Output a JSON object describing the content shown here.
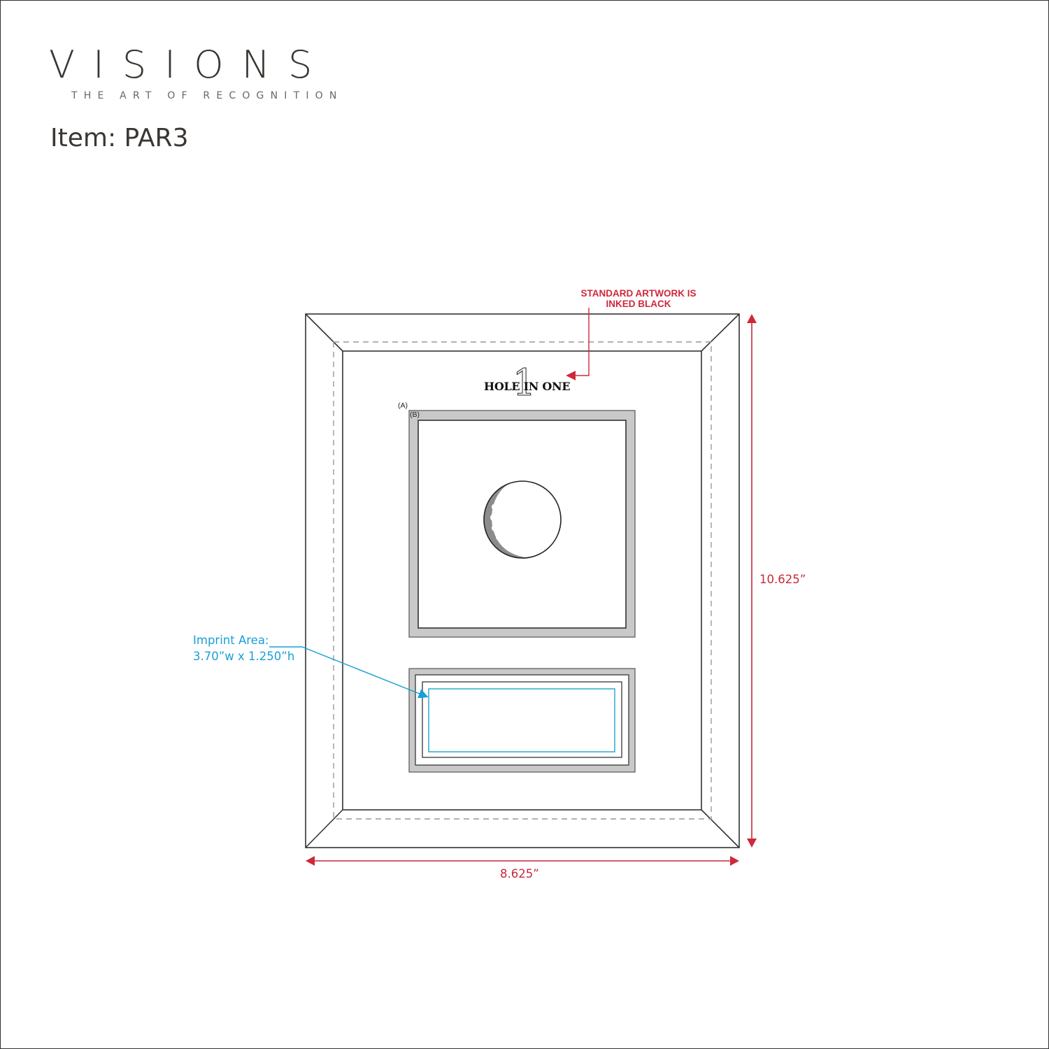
{
  "brand": {
    "name": "VISIONS",
    "tagline": "THE ART OF RECOGNITION"
  },
  "item": {
    "label": "Item: PAR3"
  },
  "annotations": {
    "artwork_note_line1": "STANDARD ARTWORK IS",
    "artwork_note_line2": "INKED BLACK",
    "imprint_line1": "Imprint Area:",
    "imprint_line2": "3.70”w x 1.250”h",
    "label_a": "(A)",
    "label_b": "(B)"
  },
  "artwork": {
    "hole": "HOLE",
    "in": "IN",
    "one": "ONE",
    "numeral": "1"
  },
  "dimensions": {
    "height": "10.625”",
    "width": "8.625”"
  },
  "colors": {
    "dimension_red": "#c8283a",
    "imprint_blue": "#1a9fd4",
    "mat_gray": "#c9c9c9",
    "line_dark": "#333333"
  }
}
